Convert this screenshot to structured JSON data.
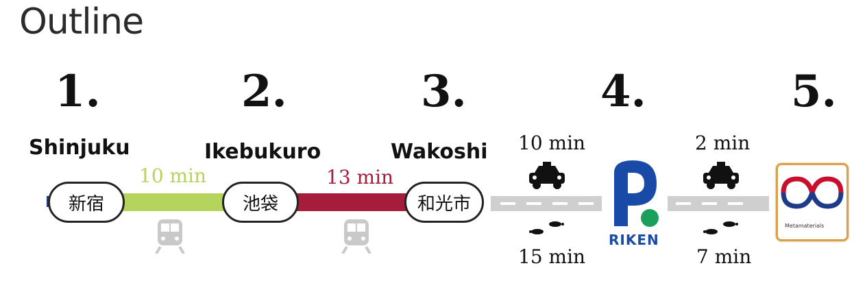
{
  "title": "Outline",
  "steps": [
    {
      "number": "1.",
      "name": "Shinjuku",
      "kanji": "新宿"
    },
    {
      "number": "2.",
      "name": "Ikebukuro",
      "kanji": "池袋"
    },
    {
      "number": "3.",
      "name": "Wakoshi",
      "kanji": "和光市"
    },
    {
      "number": "4.",
      "logo_text": "RIKEN"
    },
    {
      "number": "5.",
      "logo_text": "Metamaterials"
    }
  ],
  "segments": [
    {
      "time": "10 min",
      "color": "#b5d45e",
      "mode": "train-icon"
    },
    {
      "time": "13 min",
      "color": "#a51d3b",
      "mode": "train-icon"
    },
    {
      "taxi_time": "10 min",
      "walk_time": "15 min"
    },
    {
      "taxi_time": "2 min",
      "walk_time": "7 min"
    }
  ],
  "colors": {
    "green_line": "#b5d45e",
    "red_line": "#a51d3b",
    "road": "#cfcfcf",
    "riken_blue": "#1a4aa8",
    "riken_green": "#1aa05a",
    "meta_red": "#c8102e",
    "meta_blue": "#1e3a8a",
    "meta_border": "#d9a24a"
  }
}
